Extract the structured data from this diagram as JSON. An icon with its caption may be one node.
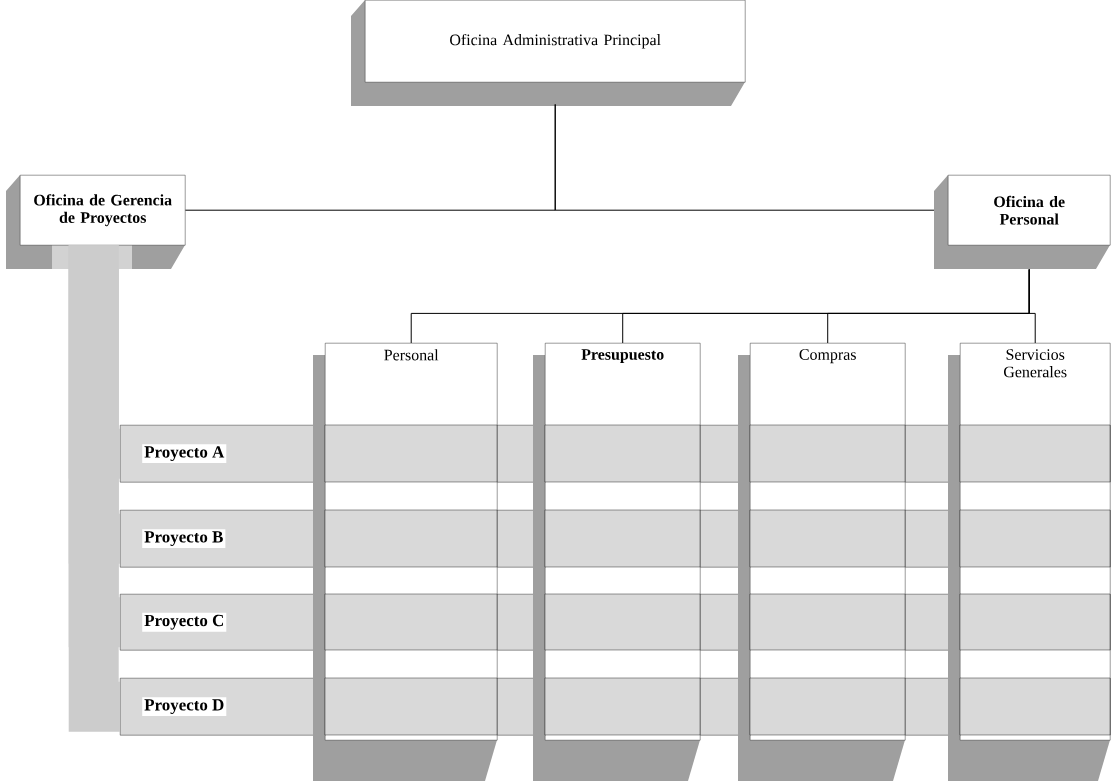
{
  "diagram": {
    "nodes": [
      {
        "text": [
          "Oficina Administrativa Principal"
        ]
      },
      {
        "text": [
          "Oficina de Gerencia de Proyectos"
        ]
      },
      {
        "text": [
          "Oficina de Personal"
        ]
      },
      {
        "text": [
          "Personal"
        ]
      },
      {
        "text": [
          "Presupuesto"
        ]
      },
      {
        "text": [
          "Compras"
        ]
      },
      {
        "text": [
          "Servicios Generales"
        ]
      },
      {
        "text": [
          "Proyecto A"
        ]
      },
      {
        "text": [
          "Proyecto B"
        ]
      },
      {
        "text": [
          "Proyecto C"
        ]
      },
      {
        "text": [
          "Proyecto D"
        ]
      }
    ],
    "edges": [
      {
        "from": 0,
        "to": 1,
        "arrow": "none"
      },
      {
        "from": 0,
        "to": 2,
        "arrow": "none"
      },
      {
        "from": 2,
        "to": 3,
        "arrow": "none"
      },
      {
        "from": 2,
        "to": 4,
        "arrow": "none"
      },
      {
        "from": 2,
        "to": 5,
        "arrow": "none"
      },
      {
        "from": 2,
        "to": 6,
        "arrow": "none"
      },
      {
        "from": 1,
        "to": 7,
        "arrow": "none",
        "style": "thick",
        "color": "#cccccc"
      },
      {
        "from": 1,
        "to": 8,
        "arrow": "none",
        "style": "thick",
        "color": "#cccccc"
      },
      {
        "from": 1,
        "to": 9,
        "arrow": "none",
        "style": "thick",
        "color": "#cccccc"
      },
      {
        "from": 1,
        "to": 10,
        "arrow": "none",
        "style": "thick",
        "color": "#cccccc"
      }
    ]
  }
}
